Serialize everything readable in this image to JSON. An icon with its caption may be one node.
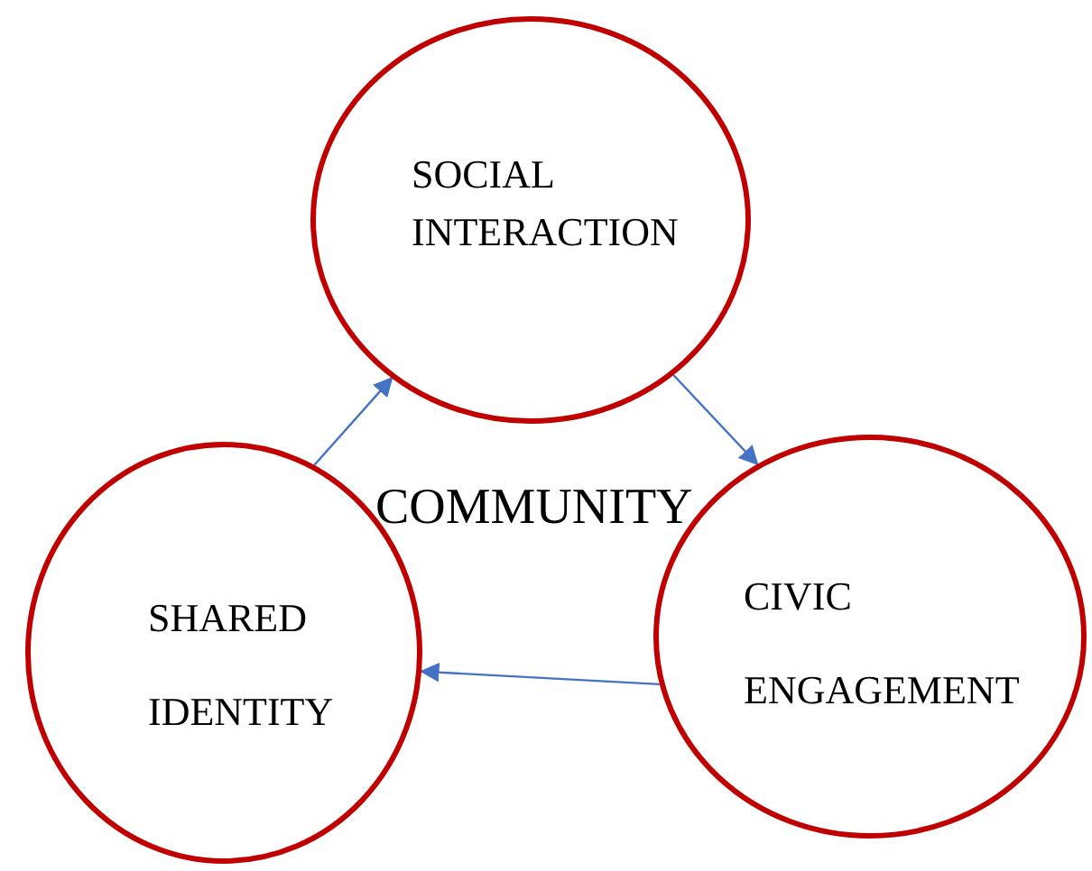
{
  "diagram": {
    "nodes": [
      {
        "text": [
          "SOCIAL INTERACTION"
        ]
      },
      {
        "text": [
          "CIVIC ENGAGEMENT"
        ]
      },
      {
        "text": [
          "SHARED IDENTITY"
        ]
      }
    ],
    "edges": [
      {
        "from": 2,
        "to": 0,
        "arrow": "to"
      },
      {
        "from": 0,
        "to": 1,
        "arrow": "to"
      },
      {
        "from": 1,
        "to": 2,
        "arrow": "to"
      }
    ],
    "labels": [
      "COMMUNITY"
    ]
  }
}
